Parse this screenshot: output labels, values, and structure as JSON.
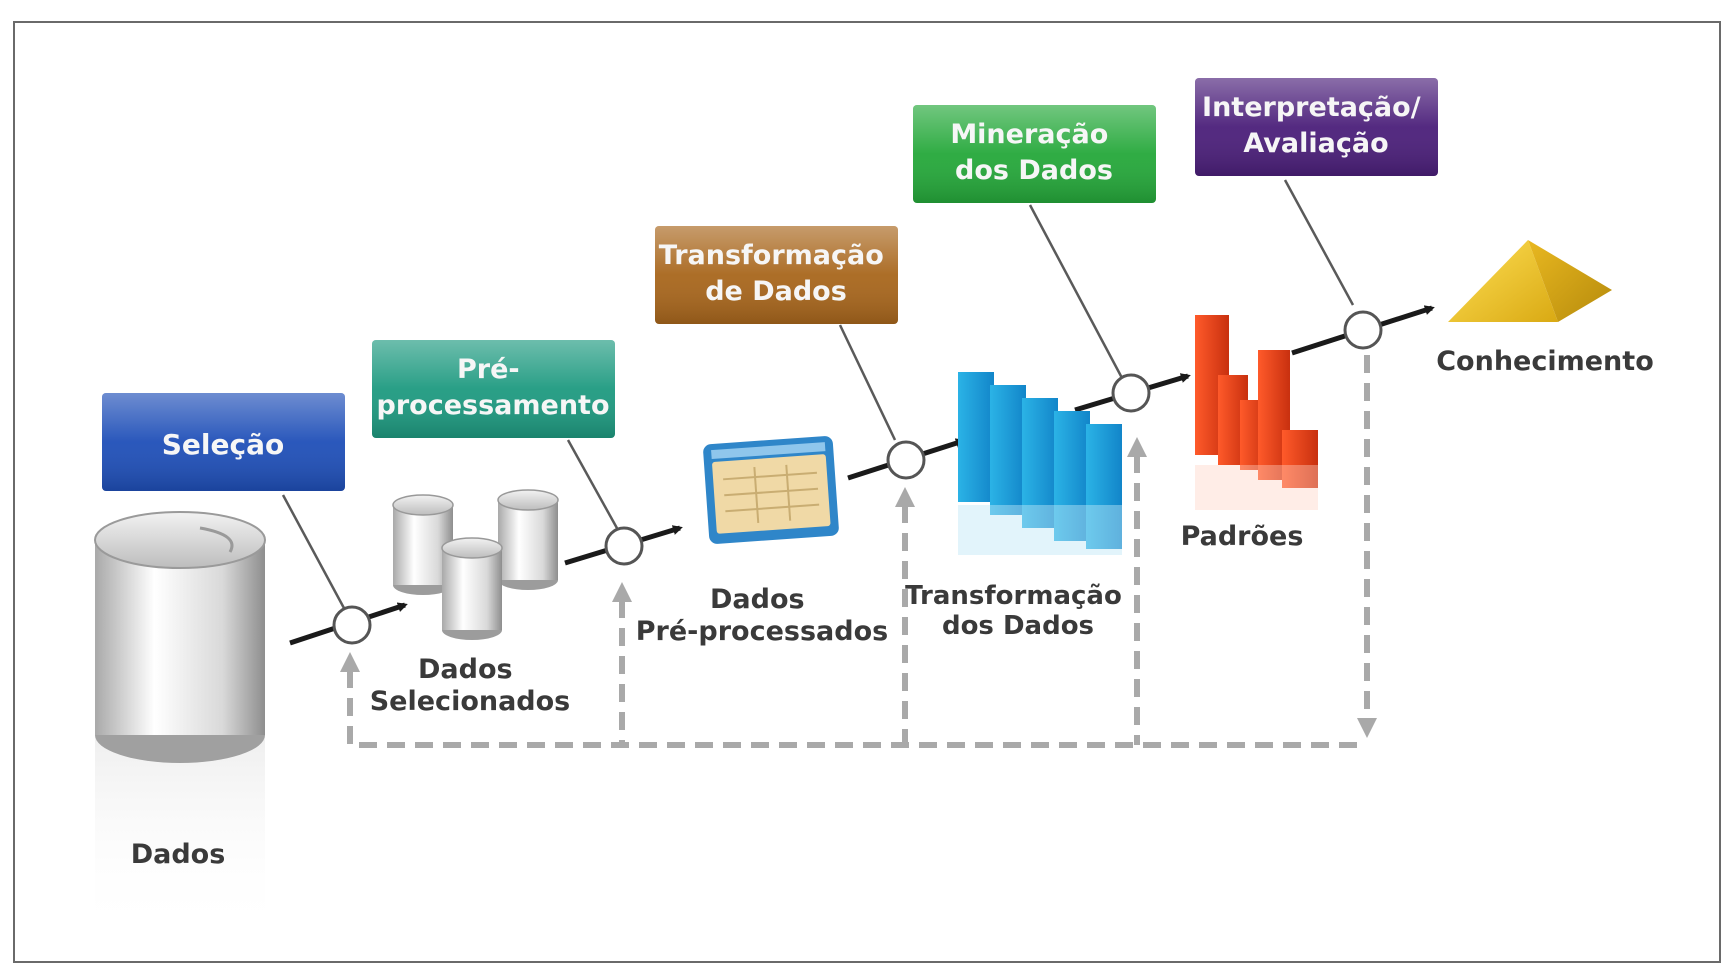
{
  "diagram": {
    "steps": [
      {
        "id": "selecao",
        "lines": [
          "Seleção"
        ],
        "color": "#1f4fb8"
      },
      {
        "id": "pre",
        "lines": [
          "Pré-",
          "processamento"
        ],
        "color": "#1e9a80"
      },
      {
        "id": "transf",
        "lines": [
          "Transformação",
          "de Dados"
        ],
        "color": "#a8661c"
      },
      {
        "id": "miner",
        "lines": [
          "Mineração",
          "dos Dados"
        ],
        "color": "#25a83a"
      },
      {
        "id": "interp",
        "lines": [
          "Interpretação/",
          "Avaliação"
        ],
        "color": "#4b1f7a"
      }
    ],
    "stages": [
      {
        "id": "dados",
        "lines": [
          "Dados"
        ]
      },
      {
        "id": "selecionados",
        "lines": [
          "Dados",
          "Selecionados"
        ]
      },
      {
        "id": "preprocessados",
        "lines": [
          "Dados",
          "Pré-processados"
        ]
      },
      {
        "id": "transformacao",
        "lines": [
          "Transformação",
          "dos Dados"
        ]
      },
      {
        "id": "padroes",
        "lines": [
          "Padrões"
        ]
      },
      {
        "id": "conhecimento",
        "lines": [
          "Conhecimento"
        ]
      }
    ]
  }
}
